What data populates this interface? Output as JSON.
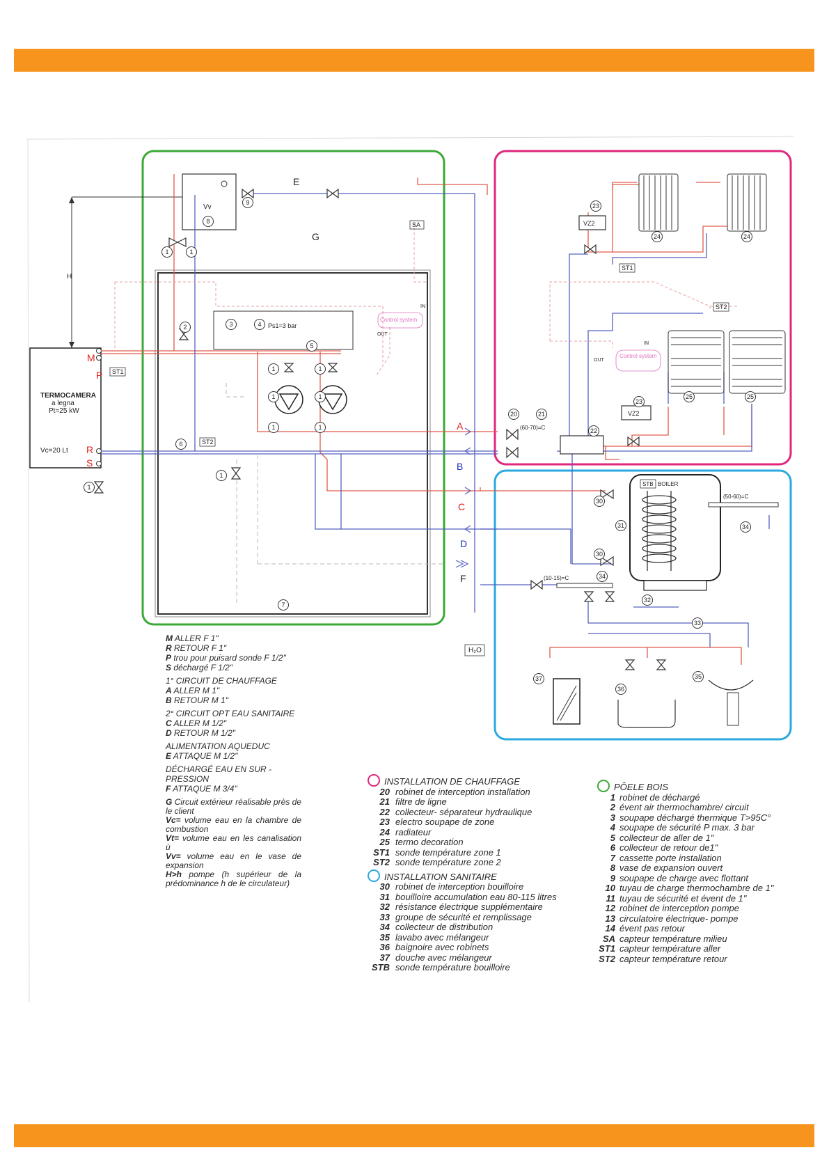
{
  "colors": {
    "banner": "#f7941d",
    "stove_box": "#3aa935",
    "heating_box": "#e0267d",
    "sanitary_box": "#2aa8e0",
    "flow_line": "#e05a4a",
    "return_line": "#5560c0",
    "port_label_red": "#e02020",
    "port_label_blue": "#2030c0",
    "control_text": "#e070c0"
  },
  "stove": {
    "name": "TERMOCAMERA",
    "sub": "a legna",
    "power": "Pt=25 kW",
    "volume": "Vc=20 Lt",
    "ports": [
      "M",
      "P",
      "R",
      "S"
    ]
  },
  "tags": {
    "st1": "ST1",
    "st2": "ST2",
    "sa": "SA",
    "stb": "STB",
    "boiler": "BOILER",
    "vv": "Vv",
    "vz2": "VZ2",
    "h2o": "H₂O",
    "in": "IN",
    "out": "OUT",
    "control": "Control system",
    "ps": "Ps1=3 bar",
    "temp_heat": "(60-70)=C",
    "temp_sanit": "(50-60)=C",
    "temp_cold": "(10-15)=C",
    "E": "E",
    "G": "G",
    "A": "A",
    "B": "B",
    "C": "C",
    "D": "D",
    "F": "F",
    "H": "H"
  },
  "num_labels": [
    "1",
    "2",
    "3",
    "4",
    "5",
    "6",
    "7",
    "8",
    "9",
    "20",
    "21",
    "22",
    "23",
    "24",
    "25",
    "30",
    "31",
    "32",
    "33",
    "34",
    "35",
    "36",
    "37"
  ],
  "connections": [
    {
      "code": "M",
      "text": "ALLER F 1\""
    },
    {
      "code": "R",
      "text": "RETOUR F 1\""
    },
    {
      "code": "P",
      "text": "trou pour puisard sonde F 1/2\""
    },
    {
      "code": "S",
      "text": "déchargé F 1/2\""
    }
  ],
  "circuit1": {
    "title": "1° CIRCUIT DE CHAUFFAGE",
    "items": [
      {
        "code": "A",
        "text": "ALLER M 1\""
      },
      {
        "code": "B",
        "text": "RETOUR M 1\""
      }
    ]
  },
  "circuit2": {
    "title": "2° CIRCUIT OPT EAU SANITAIRE",
    "items": [
      {
        "code": "C",
        "text": "ALLER M 1/2\""
      },
      {
        "code": "D",
        "text": "RETOUR M 1/2\""
      }
    ]
  },
  "aqueduct": {
    "title": "ALIMENTATION AQUEDUC",
    "items": [
      {
        "code": "E",
        "text": "ATTAQUE M 1/2\""
      }
    ]
  },
  "overpressure": {
    "title": "DÉCHARGÉ EAU EN SUR -PRESSION",
    "items": [
      {
        "code": "F",
        "text": "ATTAQUE M 3/4\""
      }
    ]
  },
  "notes": [
    {
      "code": "G",
      "text": "Circuit extérieur réalisable près de le client"
    },
    {
      "code": "Vc=",
      "text": "volume eau en la chambre de combustion"
    },
    {
      "code": "Vt=",
      "text": "volume eau en les canalisation ù"
    },
    {
      "code": "Vv=",
      "text": "volume eau en le vase de expansion"
    },
    {
      "code": "H>h",
      "text": "pompe (h supérieur de la prédominance h de le circulateur)"
    }
  ],
  "heating_legend": {
    "title": "INSTALLATION DE CHAUFFAGE",
    "items": [
      {
        "n": "20",
        "t": "robinet de interception installation"
      },
      {
        "n": "21",
        "t": "filtre de ligne"
      },
      {
        "n": "22",
        "t": "collecteur- séparateur hydraulique"
      },
      {
        "n": "23",
        "t": "electro   soupape de zone"
      },
      {
        "n": "24",
        "t": "radiateur"
      },
      {
        "n": "25",
        "t": "termo decoration"
      },
      {
        "n": "ST1",
        "t": "sonde température zone 1"
      },
      {
        "n": "ST2",
        "t": "sonde température zone 2"
      }
    ]
  },
  "sanitary_legend": {
    "title": "INSTALLATION SANITAIRE",
    "items": [
      {
        "n": "30",
        "t": "robinet de interception bouilloire"
      },
      {
        "n": "31",
        "t": "bouilloire accumulation eau 80-115 litres"
      },
      {
        "n": "32",
        "t": "résistance électrique supplémentaire"
      },
      {
        "n": "33",
        "t": "groupe de sécurité et remplissage"
      },
      {
        "n": "34",
        "t": "collecteur de distribution"
      },
      {
        "n": "35",
        "t": "lavabo avec mélangeur"
      },
      {
        "n": "36",
        "t": "baignoire avec robinets"
      },
      {
        "n": "37",
        "t": "douche avec  mélangeur"
      },
      {
        "n": "STB",
        "t": "sonde température bouilloire"
      }
    ]
  },
  "stove_legend": {
    "title": "PÔELE BOIS",
    "items": [
      {
        "n": "1",
        "t": "robinet de déchargé"
      },
      {
        "n": "2",
        "t": "évent air thermochambre/ circuit"
      },
      {
        "n": "3",
        "t": "soupape déchargé thermique T>95C°"
      },
      {
        "n": "4",
        "t": "soupape de sécurité P max. 3 bar"
      },
      {
        "n": "5",
        "t": "collecteur de aller de 1\""
      },
      {
        "n": "6",
        "t": "collecteur de retour de1\""
      },
      {
        "n": "7",
        "t": "cassette porte installation"
      },
      {
        "n": "8",
        "t": "vase de expansion ouvert"
      },
      {
        "n": "9",
        "t": "soupape de charge avec flottant"
      },
      {
        "n": "10",
        "t": "tuyau de charge thermochambre de 1\""
      },
      {
        "n": "11",
        "t": "tuyau de sécurité et évent de 1\""
      },
      {
        "n": "12",
        "t": "robinet de interception pompe"
      },
      {
        "n": "13",
        "t": "circulatoire électrique- pompe"
      },
      {
        "n": "14",
        "t": "évent pas retour"
      },
      {
        "n": "SA",
        "t": "capteur température milieu"
      },
      {
        "n": "ST1",
        "t": "capteur température aller"
      },
      {
        "n": "ST2",
        "t": "capteur température retour"
      }
    ]
  }
}
